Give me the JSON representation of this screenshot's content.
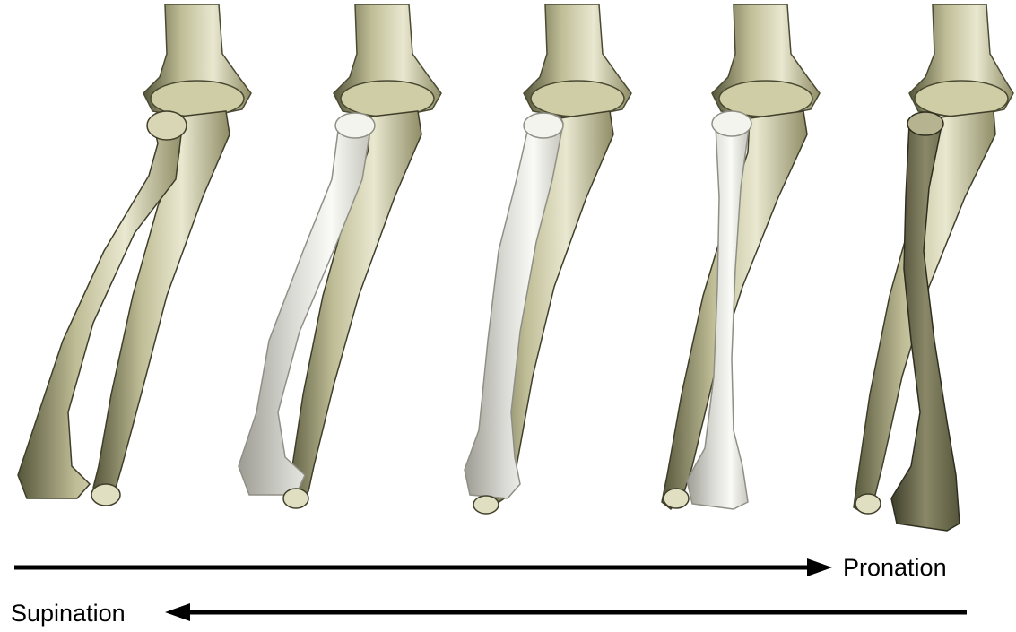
{
  "figure": {
    "panel_count": 5,
    "highlight_panels": [
      2,
      3,
      4
    ],
    "colors": {
      "bone_light": "#e9e8d0",
      "bone_mid": "#bfbd96",
      "bone_dark": "#56563b",
      "radius_highlight_light": "#fafaf6",
      "radius_highlight_mid": "#d9d9d4",
      "radius_highlight_dark": "#9c9c93",
      "arrow": "#000000"
    }
  },
  "arrows": {
    "pronation": {
      "label": "Pronation",
      "direction": "right"
    },
    "supination": {
      "label": "Supination",
      "direction": "left"
    }
  }
}
